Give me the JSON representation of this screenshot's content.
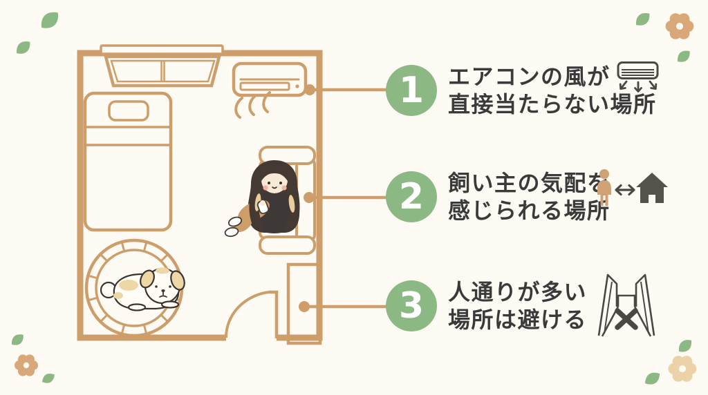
{
  "page": {
    "background": "#fdfbf4"
  },
  "colors": {
    "outline_tan": "#cd9d6a",
    "accent_green": "#8cb884",
    "text": "#3a3a3a",
    "icon_gray": "#4a4744",
    "person_tan": "#d0a173",
    "flower_tan": "#d9a878",
    "flower_light_tan": "#ecd2a8"
  },
  "points": [
    {
      "number": "1",
      "lines": [
        "エアコンの風が",
        "直接当たらない場所"
      ],
      "icon": "air-conditioner-airflow-icon"
    },
    {
      "number": "2",
      "lines": [
        "飼い主の気配を",
        "感じられる場所"
      ],
      "icon": "owner-distance-house-icon"
    },
    {
      "number": "3",
      "lines": [
        "人通りが多い",
        "場所は避ける"
      ],
      "icon": "busy-doorway-x-icon"
    }
  ],
  "floor_plan": {
    "items": [
      "window",
      "air-conditioner",
      "airflow",
      "bed",
      "sofa",
      "owner-on-sofa",
      "dog-bed",
      "dog",
      "door-swing",
      "door-panel"
    ]
  }
}
